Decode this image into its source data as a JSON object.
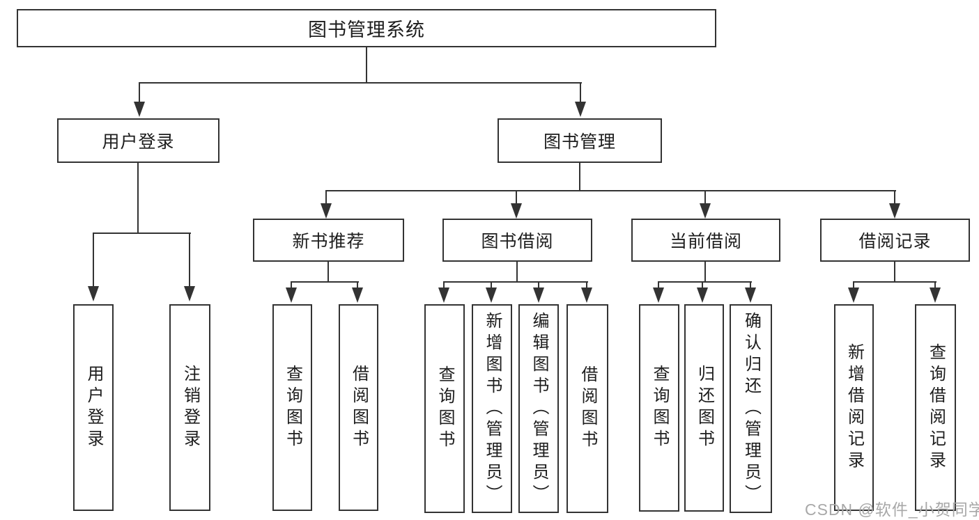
{
  "diagram": {
    "root": "图书管理系统",
    "level1": {
      "user_login": "用户登录",
      "book_mgmt": "图书管理"
    },
    "level2": {
      "new_books": "新书推荐",
      "book_borrow": "图书借阅",
      "current_borrow": "当前借阅",
      "borrow_records": "借阅记录"
    },
    "leaves": {
      "ul_login": "用户登录",
      "ul_logout": "注销登录",
      "nb_query": "查询图书",
      "nb_borrow": "借阅图书",
      "bb_query": "查询图书",
      "bb_add": "新增图书（管理员）",
      "bb_edit": "编辑图书（管理员）",
      "bb_borrow": "借阅图书",
      "cb_query": "查询图书",
      "cb_return": "归还图书",
      "cb_confirm": "确认归还（管理员）",
      "br_add": "新增借阅记录",
      "br_query": "查询借阅记录"
    }
  },
  "watermark": "CSDN @软件_小贺同学",
  "colors": {
    "line": "#333333",
    "text": "#1d1d1d",
    "box_background": "#ffffff",
    "watermark": "#a8a8a8"
  }
}
